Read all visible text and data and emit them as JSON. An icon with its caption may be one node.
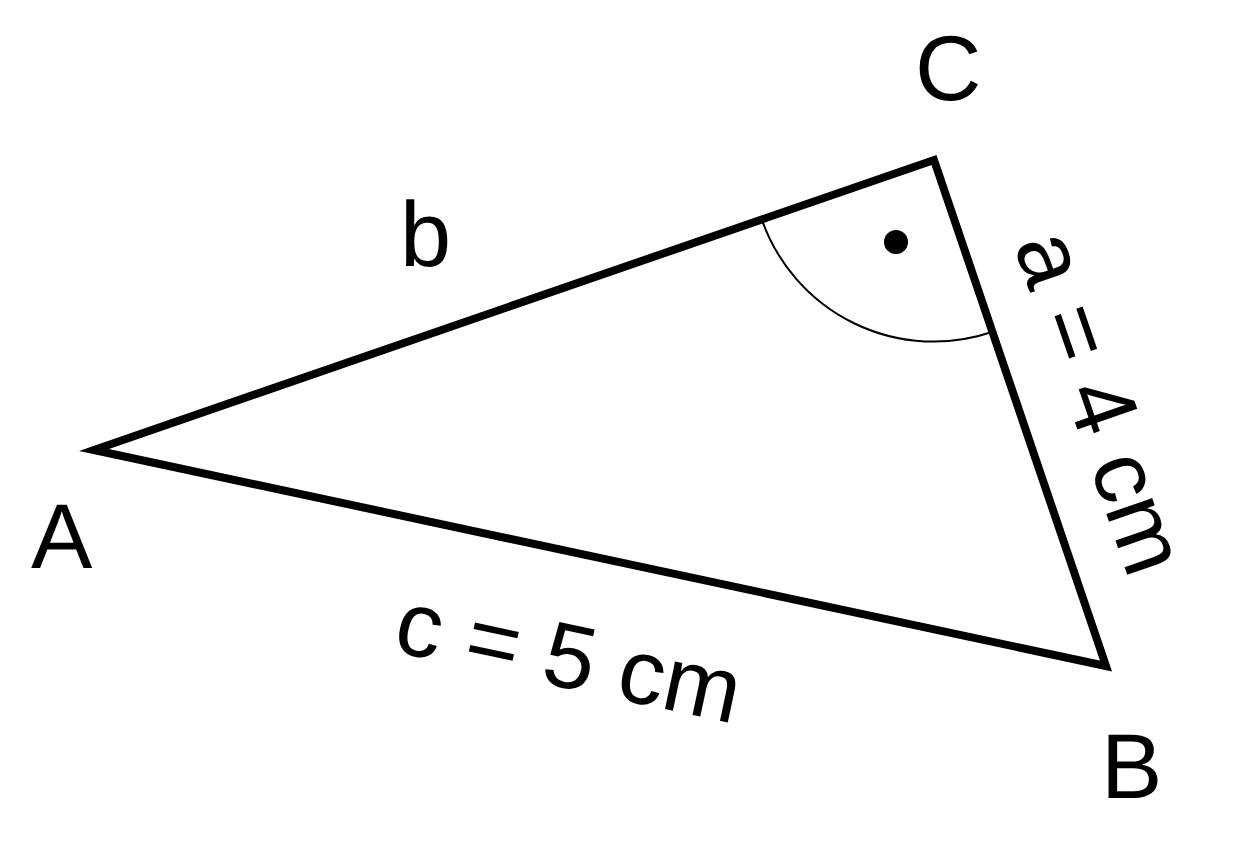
{
  "diagram": {
    "labels": [
      "C",
      "b",
      "a = 4 cm",
      "A",
      "c = 5 cm",
      "B"
    ]
  }
}
